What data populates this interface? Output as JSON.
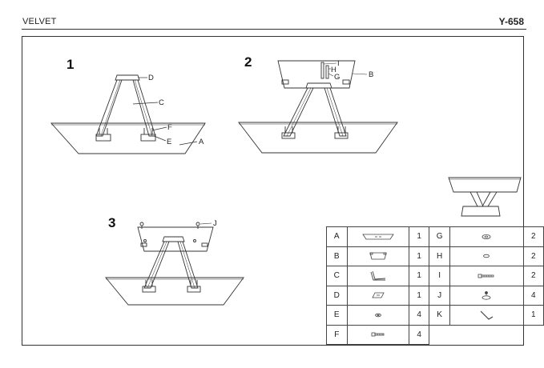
{
  "header": {
    "brand": "VELVET",
    "model": "Y-658"
  },
  "steps": [
    {
      "number": "1",
      "callouts": [
        "D",
        "C",
        "F",
        "E",
        "A"
      ]
    },
    {
      "number": "2",
      "callouts": [
        "I",
        "H",
        "G",
        "B"
      ]
    },
    {
      "number": "3",
      "callouts": [
        "J"
      ]
    }
  ],
  "parts_table": {
    "rows": [
      {
        "left": {
          "letter": "A",
          "icon": "glass-top-icon",
          "qty": "1"
        },
        "right": {
          "letter": "G",
          "icon": "cap-disc-icon",
          "qty": "2"
        }
      },
      {
        "left": {
          "letter": "B",
          "icon": "frame-plate-icon",
          "qty": "1"
        },
        "right": {
          "letter": "H",
          "icon": "small-disc-icon",
          "qty": "2"
        }
      },
      {
        "left": {
          "letter": "C",
          "icon": "v-leg-icon",
          "qty": "1"
        },
        "right": {
          "letter": "I",
          "icon": "long-bolt-icon",
          "qty": "2"
        }
      },
      {
        "left": {
          "letter": "D",
          "icon": "base-plate-icon",
          "qty": "1"
        },
        "right": {
          "letter": "J",
          "icon": "suction-pad-icon",
          "qty": "4"
        }
      },
      {
        "left": {
          "letter": "E",
          "icon": "washer-icon",
          "qty": "4"
        },
        "right": {
          "letter": "K",
          "icon": "allen-key-icon",
          "qty": "1"
        }
      },
      {
        "left": {
          "letter": "F",
          "icon": "bolt-icon",
          "qty": "4"
        },
        "right": null
      }
    ]
  }
}
